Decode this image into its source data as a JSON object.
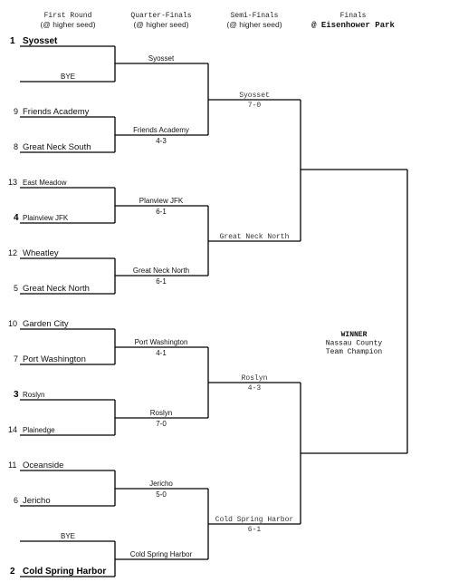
{
  "headers": {
    "r1": [
      "First Round",
      "(@ higher seed)"
    ],
    "qf": [
      "Quarter-Finals",
      "(@ higher seed)"
    ],
    "sf": [
      "Semi-Finals",
      "(@ higher seed)"
    ],
    "final": [
      "Finals",
      "@ Eisenhower Park"
    ]
  },
  "first_round": [
    {
      "seed": "1",
      "team": "Syosset"
    },
    {
      "seed": "",
      "team": "BYE"
    },
    {
      "seed": "9",
      "team": "Friends Academy"
    },
    {
      "seed": "8",
      "team": "Great Neck South"
    },
    {
      "seed": "13",
      "team": "East Meadow"
    },
    {
      "seed": "4",
      "team": "Plainview JFK"
    },
    {
      "seed": "12",
      "team": "Wheatley"
    },
    {
      "seed": "5",
      "team": "Great Neck North"
    },
    {
      "seed": "10",
      "team": "Garden City"
    },
    {
      "seed": "7",
      "team": "Port Washington"
    },
    {
      "seed": "3",
      "team": "Roslyn"
    },
    {
      "seed": "14",
      "team": "Plainedge"
    },
    {
      "seed": "11",
      "team": "Oceanside"
    },
    {
      "seed": "6",
      "team": "Jericho"
    },
    {
      "seed": "",
      "team": "BYE"
    },
    {
      "seed": "2",
      "team": "Cold Spring Harbor"
    }
  ],
  "quarter_finals": [
    {
      "team": "Syosset",
      "score": ""
    },
    {
      "team": "Friends Academy",
      "score": "4-3"
    },
    {
      "team": "Planview JFK",
      "score": "6-1"
    },
    {
      "team": "Great Neck North",
      "score": "6-1"
    },
    {
      "team": "Port Washington",
      "score": "4-1"
    },
    {
      "team": "Roslyn",
      "score": "7-0"
    },
    {
      "team": "Jericho",
      "score": "5-0"
    },
    {
      "team": "Cold Spring Harbor",
      "score": ""
    }
  ],
  "semi_finals": [
    {
      "team": "Syosset",
      "score": "7-0"
    },
    {
      "team": "Great Neck North",
      "score": ""
    },
    {
      "team": "Roslyn",
      "score": "4-3"
    },
    {
      "team": "Cold Spring Harbor",
      "score": "6-1"
    }
  ],
  "winner": {
    "lines": [
      "WINNER",
      "Nassau County",
      "Team Champion"
    ]
  }
}
